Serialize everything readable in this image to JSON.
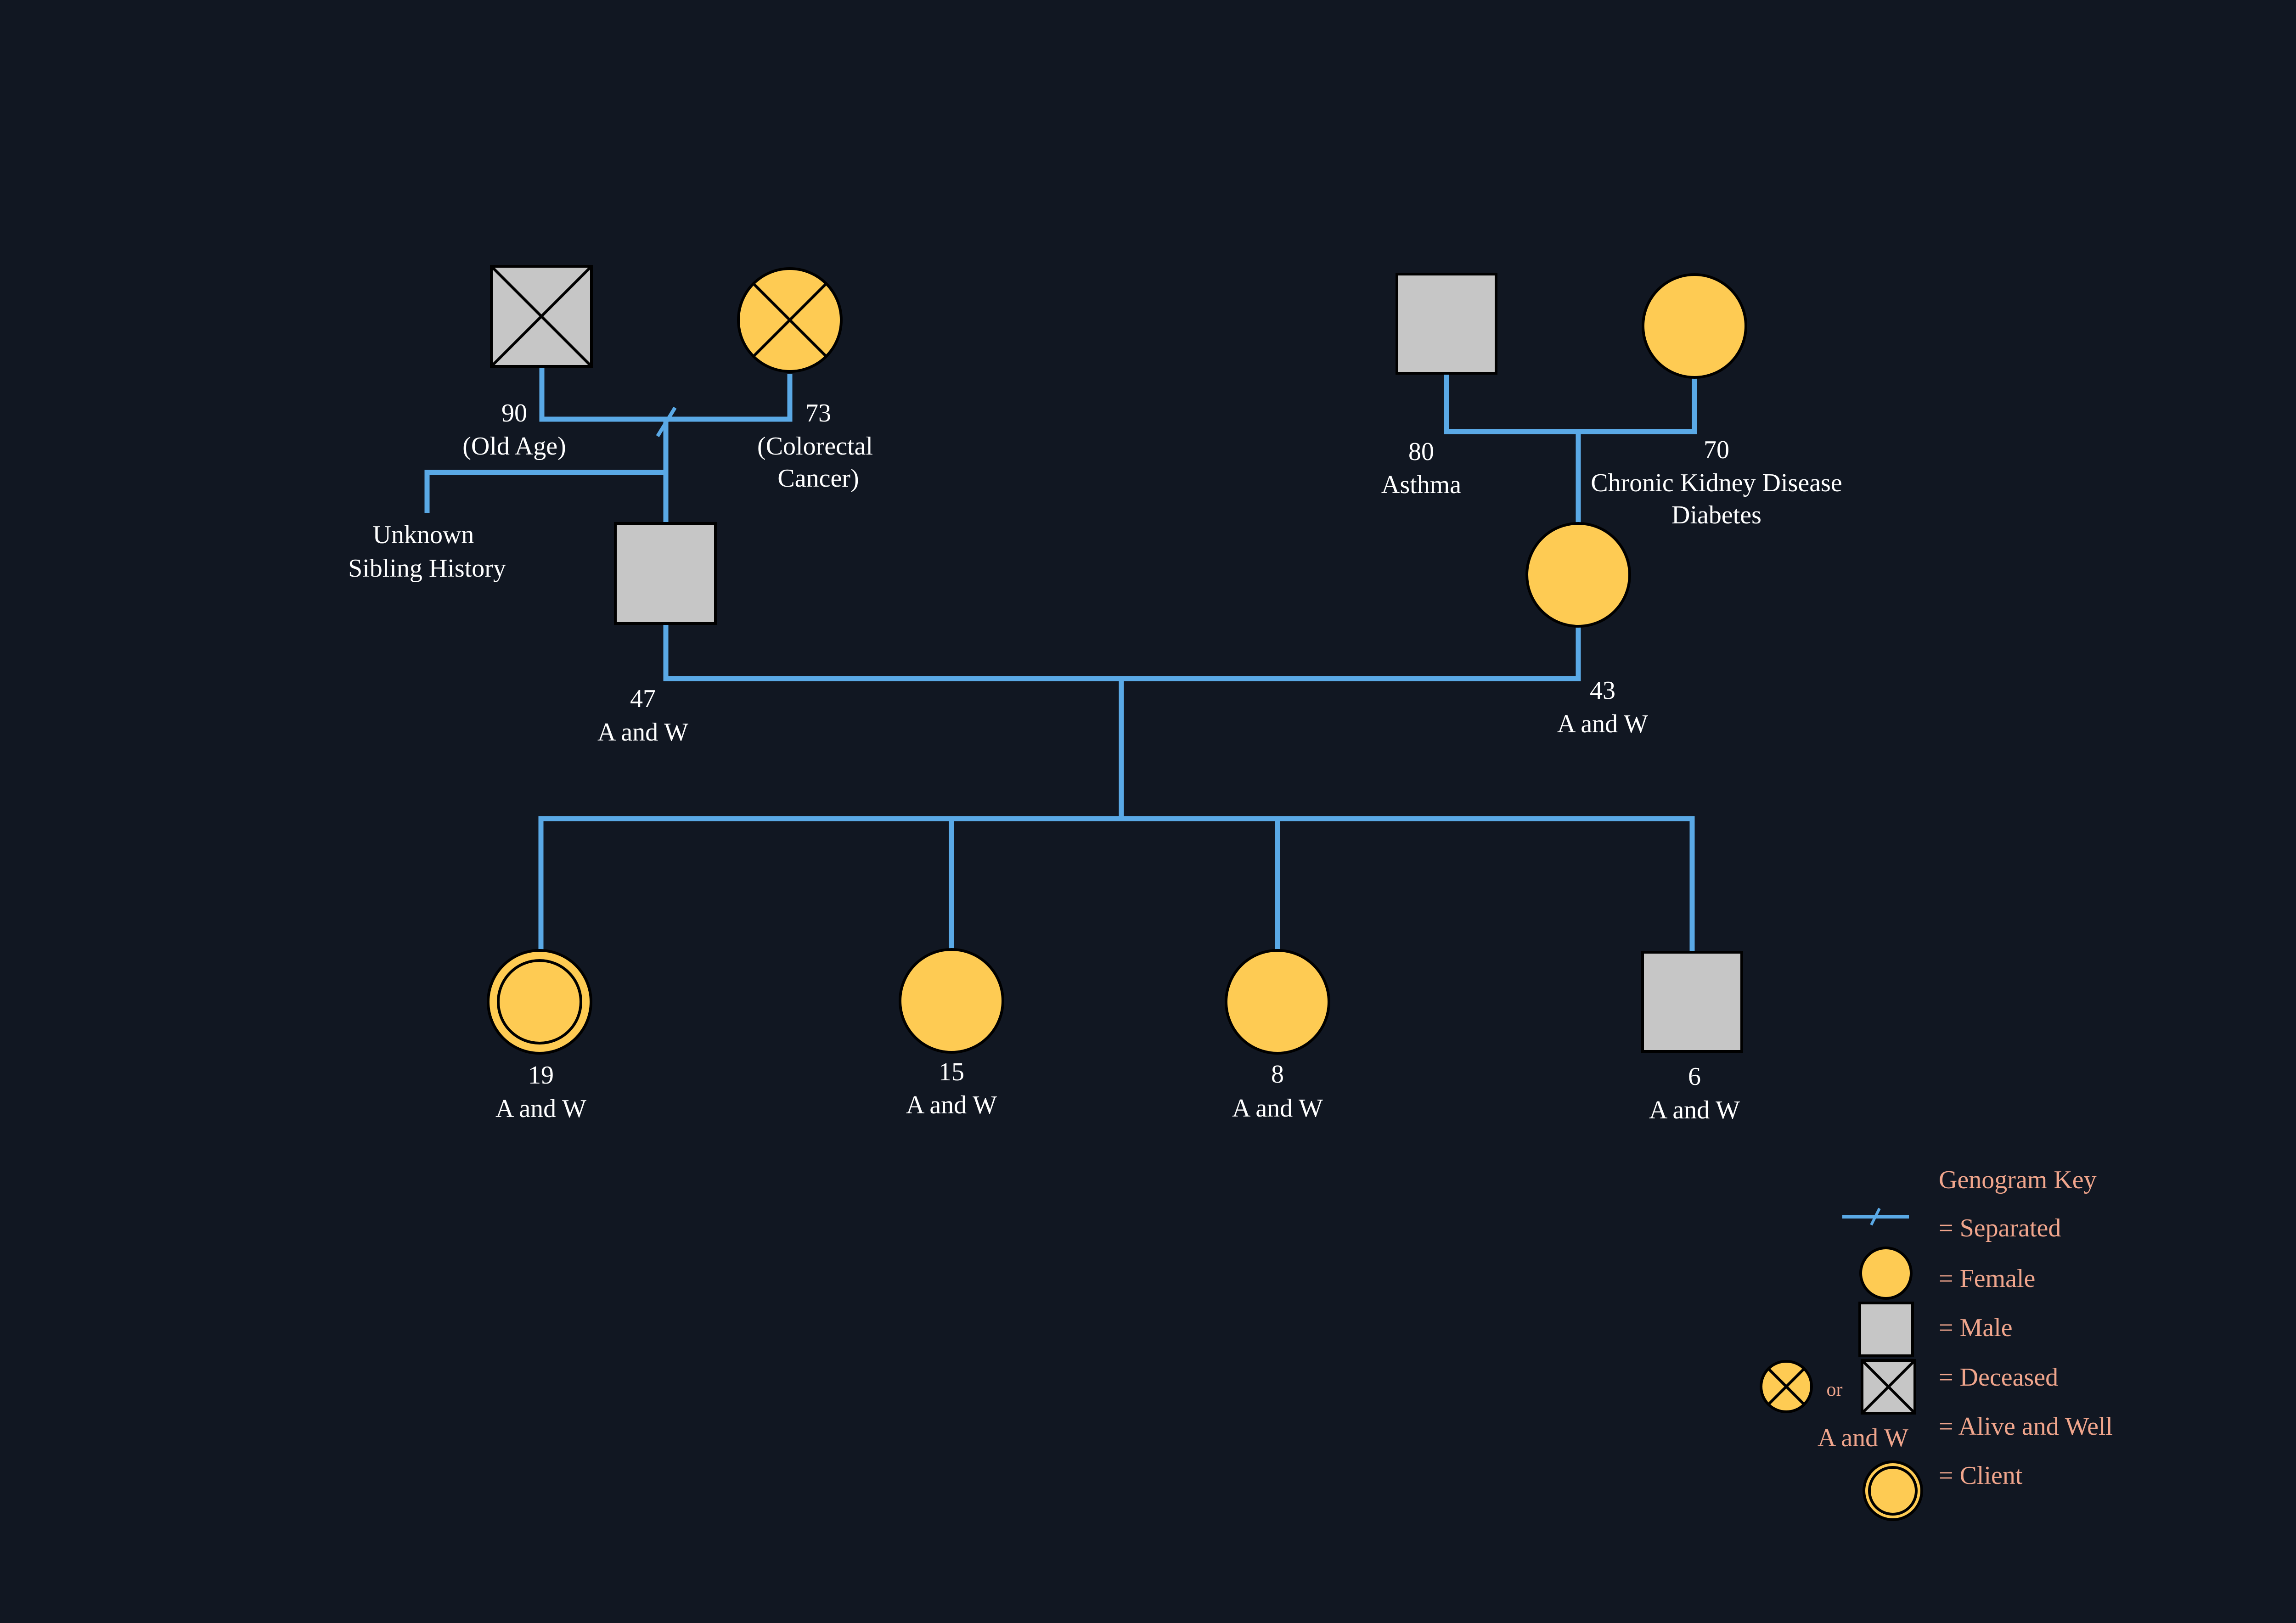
{
  "diagram": {
    "colors": {
      "background": "#111722",
      "connector": "#5aa9e6",
      "female": "#fecb53",
      "male": "#c6c6c6",
      "label": "#ffffff",
      "key_text": "#f0a58c"
    },
    "people": {
      "paternal_grandfather": {
        "sex": "male",
        "status": "deceased",
        "age": "90",
        "note": "(Old Age)"
      },
      "paternal_grandmother": {
        "sex": "female",
        "status": "deceased",
        "age": "73",
        "note_line1": "(Colorectal",
        "note_line2": "Cancer)"
      },
      "maternal_grandfather": {
        "sex": "male",
        "status": "alive",
        "age": "80",
        "note": "Asthma"
      },
      "maternal_grandmother": {
        "sex": "female",
        "status": "alive",
        "age": "70",
        "note_line1": "Chronic Kidney Disease",
        "note_line2": "Diabetes"
      },
      "father": {
        "sex": "male",
        "status": "alive",
        "age": "47",
        "note": "A and W"
      },
      "mother": {
        "sex": "female",
        "status": "alive",
        "age": "43",
        "note": "A and W"
      },
      "child_1": {
        "sex": "female",
        "status": "client",
        "age": "19",
        "note": "A and W"
      },
      "child_2": {
        "sex": "female",
        "status": "alive",
        "age": "15",
        "note": "A and W"
      },
      "child_3": {
        "sex": "female",
        "status": "alive",
        "age": "8",
        "note": "A and W"
      },
      "child_4": {
        "sex": "male",
        "status": "alive",
        "age": "6",
        "note": "A and W"
      }
    },
    "paternal_grandparents_relationship": "separated",
    "unknown_sibling": {
      "line1": "Unknown",
      "line2": "Sibling History"
    }
  },
  "key": {
    "title": "Genogram Key",
    "separated": "= Separated",
    "female": "= Female",
    "male": "= Male",
    "deceased": "= Deceased",
    "deceased_or": "or",
    "alive_and_well_abbrev": "A and W",
    "alive_and_well": "= Alive and Well",
    "client": "= Client"
  }
}
